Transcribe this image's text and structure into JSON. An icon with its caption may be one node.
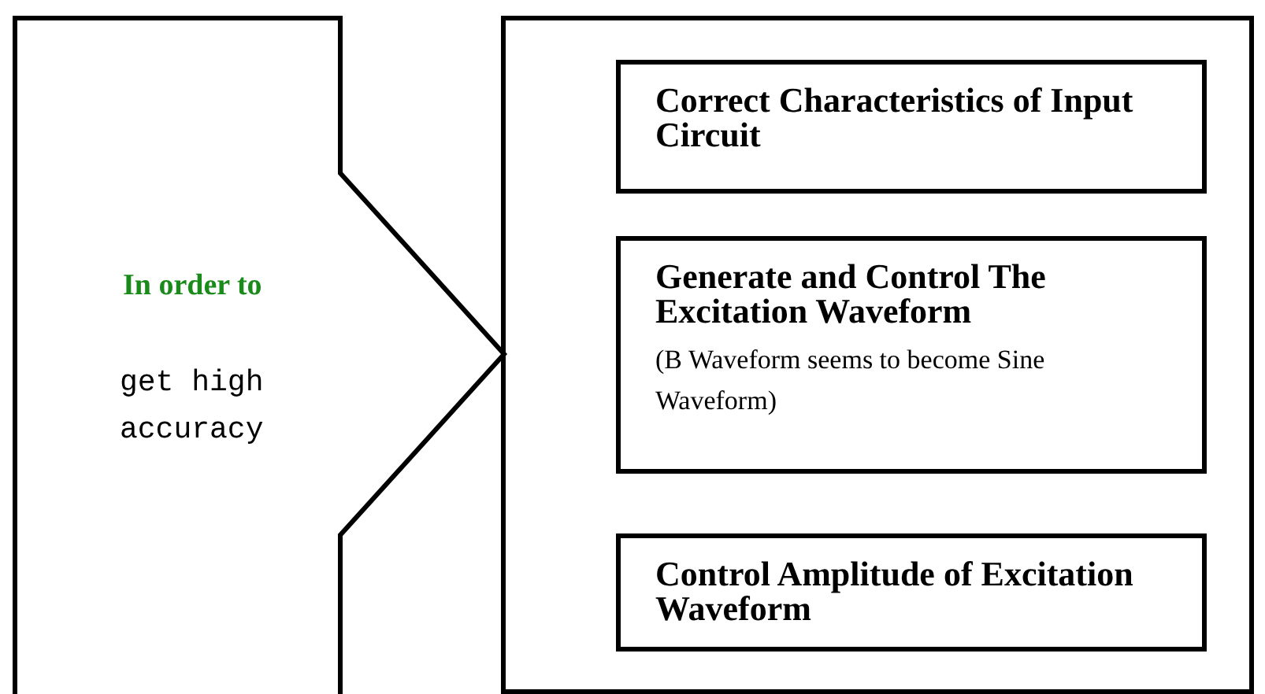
{
  "diagram": {
    "nodes": [
      {
        "text": [
          "In order to",
          "get high accuracy"
        ]
      },
      {
        "text": [],
        "shape": "box"
      },
      {
        "text": [
          "Correct Characteristics of Input Circuit"
        ],
        "in": 1
      },
      {
        "text": [
          "Generate and Control The Excitation Waveform",
          "(B Waveform seems to become Sine Waveform)"
        ],
        "in": 1
      },
      {
        "text": [
          "Control Amplitude of Excitation Waveform"
        ],
        "in": 1
      }
    ]
  }
}
